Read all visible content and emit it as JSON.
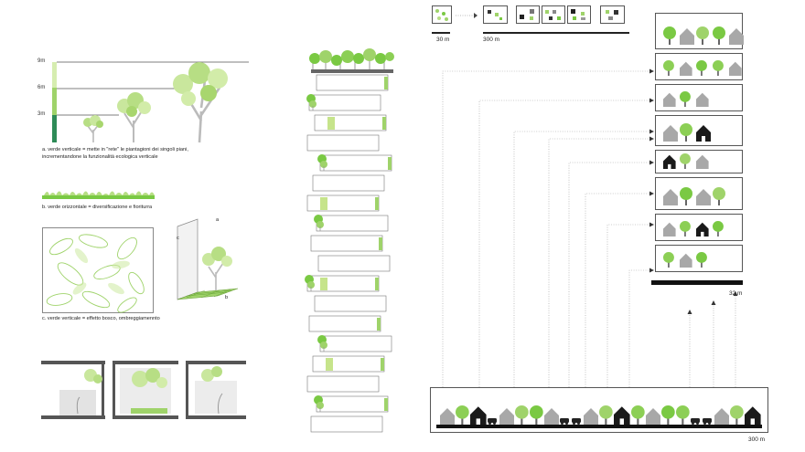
{
  "colors": {
    "green_light": "#c6e48b",
    "green_mid": "#7ac943",
    "green_dark": "#2e8b57",
    "house_gray": "#a8a8a8",
    "house_black": "#1a1a1a",
    "line_gray": "#8a8a8a"
  },
  "left": {
    "height_ticks": [
      "9m",
      "6m",
      "3m"
    ],
    "caption_a_line1": "a. verde verticale = mette in \"rete\" le piantagioni dei singoli piani,",
    "caption_a_line2": "incrementandone la funzionalità ecologica verticale",
    "caption_b": "b. verde orizzontale = diversificazione e fioriturra",
    "caption_c": "c. verde verticale = effetto bosco, ombreggiamennto",
    "corner_labels": [
      "a",
      "b",
      "c"
    ]
  },
  "right": {
    "scale_top_small": "30 m",
    "scale_top_large": "300 m",
    "scale_mid": "32 m",
    "scale_bottom": "300 m"
  }
}
